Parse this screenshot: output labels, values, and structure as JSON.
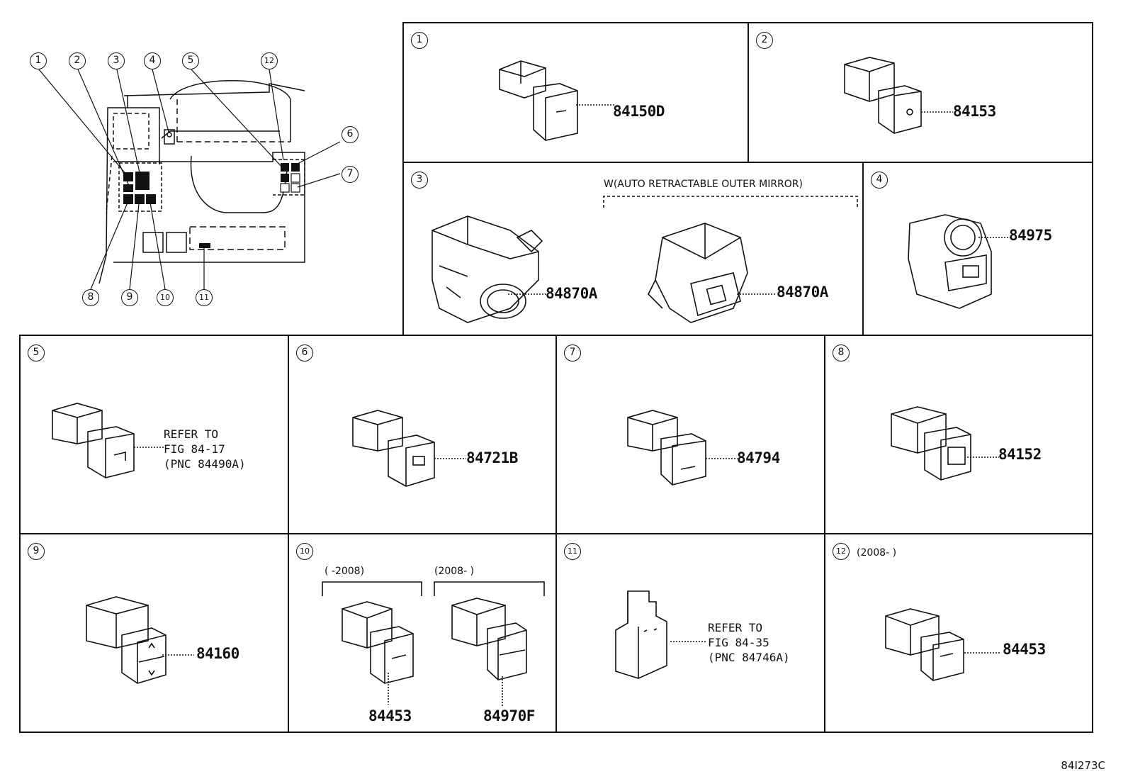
{
  "overview": {
    "callouts": [
      "1",
      "2",
      "3",
      "4",
      "5",
      "12",
      "6",
      "7",
      "8",
      "9",
      "10",
      "11"
    ]
  },
  "cells": {
    "c1": {
      "number": "1",
      "part": "84150D"
    },
    "c2": {
      "number": "2",
      "part": "84153"
    },
    "c3": {
      "number": "3",
      "part_a": "84870A",
      "part_b": "84870A",
      "variant_note": "W(AUTO RETRACTABLE OUTER MIRROR)"
    },
    "c4": {
      "number": "4",
      "part": "84975"
    },
    "c5": {
      "number": "5",
      "refer": [
        "REFER TO",
        "FIG 84-17",
        "(PNC 84490A)"
      ]
    },
    "c6": {
      "number": "6",
      "part": "84721B"
    },
    "c7": {
      "number": "7",
      "part": "84794"
    },
    "c8": {
      "number": "8",
      "part": "84152"
    },
    "c9": {
      "number": "9",
      "part": "84160"
    },
    "c10": {
      "number": "10",
      "range_a": "(      -2008)",
      "range_b": "(2008-      )",
      "part_a": "84453",
      "part_b": "84970F"
    },
    "c11": {
      "number": "11",
      "refer": [
        "REFER TO",
        "FIG 84-35",
        "(PNC 84746A)"
      ]
    },
    "c12": {
      "number": "12",
      "range": "(2008-      )",
      "part": "84453"
    }
  },
  "figure_code": "84I273C"
}
